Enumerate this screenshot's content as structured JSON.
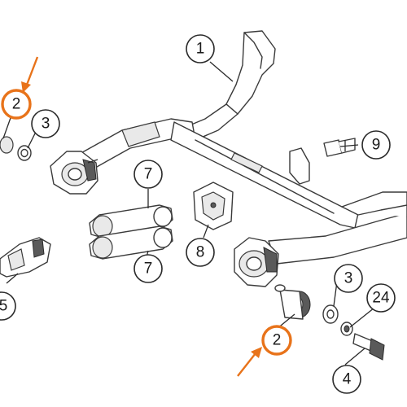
{
  "diagram": {
    "callouts": [
      {
        "id": "c1",
        "label": "1",
        "highlight": false
      },
      {
        "id": "c2a",
        "label": "2",
        "highlight": true
      },
      {
        "id": "c3a",
        "label": "3",
        "highlight": false
      },
      {
        "id": "c9",
        "label": "9",
        "highlight": false
      },
      {
        "id": "c7a",
        "label": "7",
        "highlight": false
      },
      {
        "id": "c7b",
        "label": "7",
        "highlight": false
      },
      {
        "id": "c8",
        "label": "8",
        "highlight": false
      },
      {
        "id": "c5",
        "label": "5",
        "highlight": false
      },
      {
        "id": "c3b",
        "label": "3",
        "highlight": false
      },
      {
        "id": "c24",
        "label": "24",
        "highlight": false
      },
      {
        "id": "c2b",
        "label": "2",
        "highlight": true
      },
      {
        "id": "c4",
        "label": "4",
        "highlight": false
      }
    ],
    "colors": {
      "highlight": "#e8731a",
      "line": "#2a2a2a"
    }
  }
}
